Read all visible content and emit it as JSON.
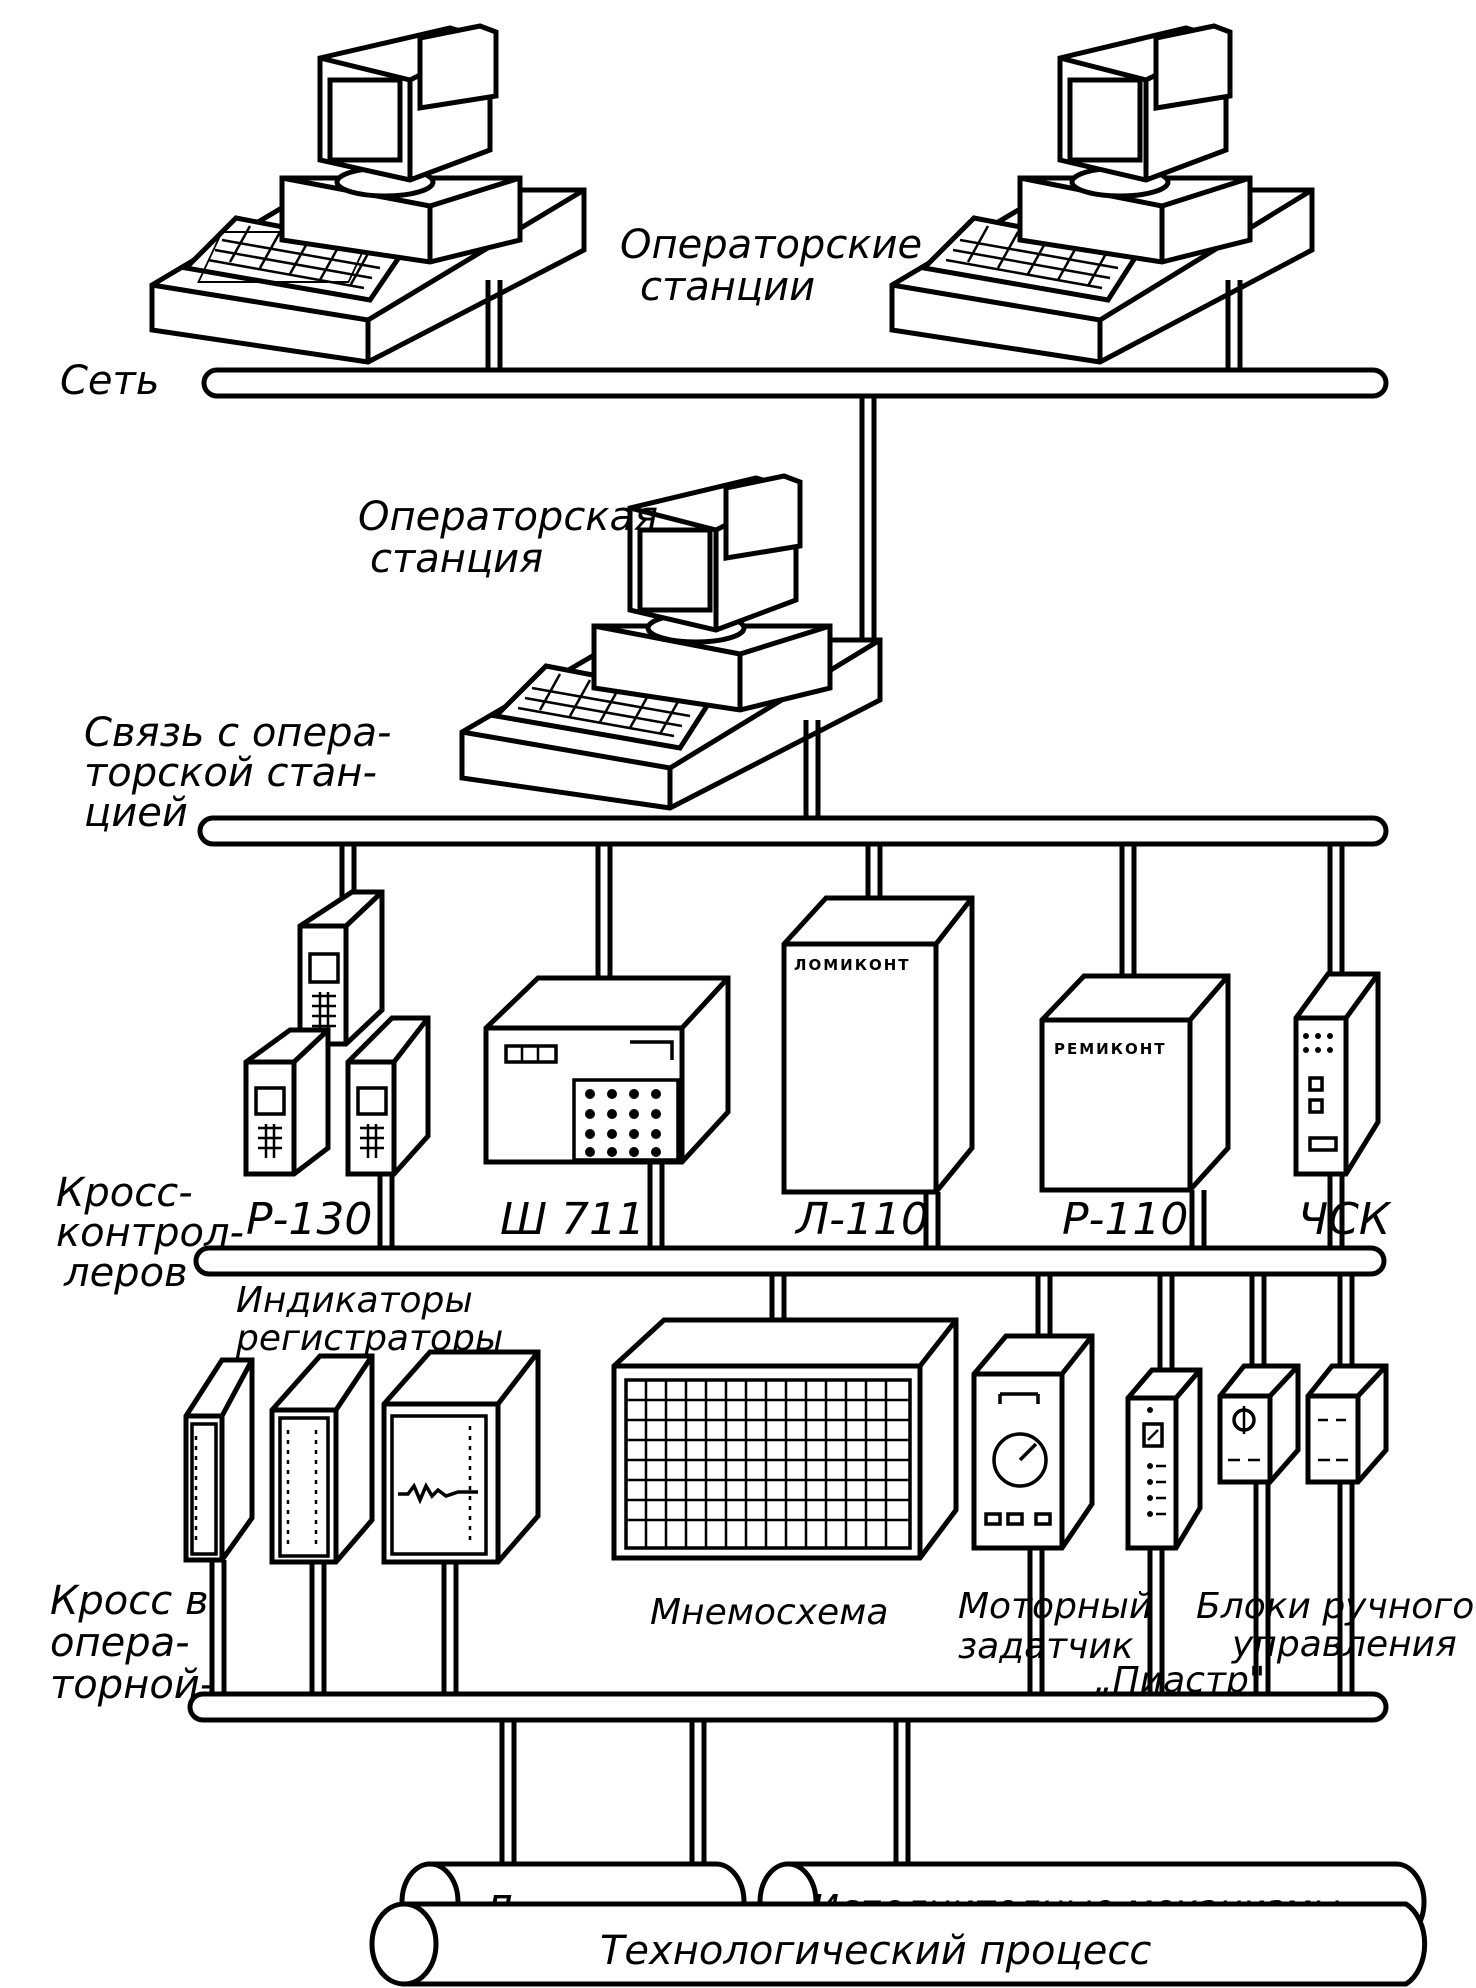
{
  "labels": {
    "operator_stations": [
      "Операторские",
      "станции"
    ],
    "network": "Сеть",
    "operator_station": [
      "Операторская",
      "станция"
    ],
    "link_operator_station": [
      "Связь с опера-",
      "торской стан-",
      "цией"
    ],
    "cross_controllers": [
      "Кросс-",
      "контрол-",
      "леров"
    ],
    "indicators_recorders": [
      "Индикаторы",
      "регистраторы"
    ],
    "mnemonic": "Мнемосхема",
    "motor_setter": [
      "Моторный",
      "задатчик"
    ],
    "manual_control_blocks": [
      "Блоки ручного",
      "управления"
    ],
    "piastr": "„Пиастр\"",
    "cross_operator": [
      "Кросс в",
      "опера-",
      "торной-"
    ],
    "sensors": "Датчики",
    "actuators": "Исполнителные механизмы",
    "process": "Технологический процесс"
  },
  "controllers": {
    "r130": "Р-130",
    "sh711": "Ш 711",
    "l110": "Л-110",
    "r110": "Р-110",
    "chsk": "ЧСК"
  },
  "device_names": {
    "lomikont": "ЛОМИКОНТ",
    "remikont": "РЕМИКОНТ"
  }
}
